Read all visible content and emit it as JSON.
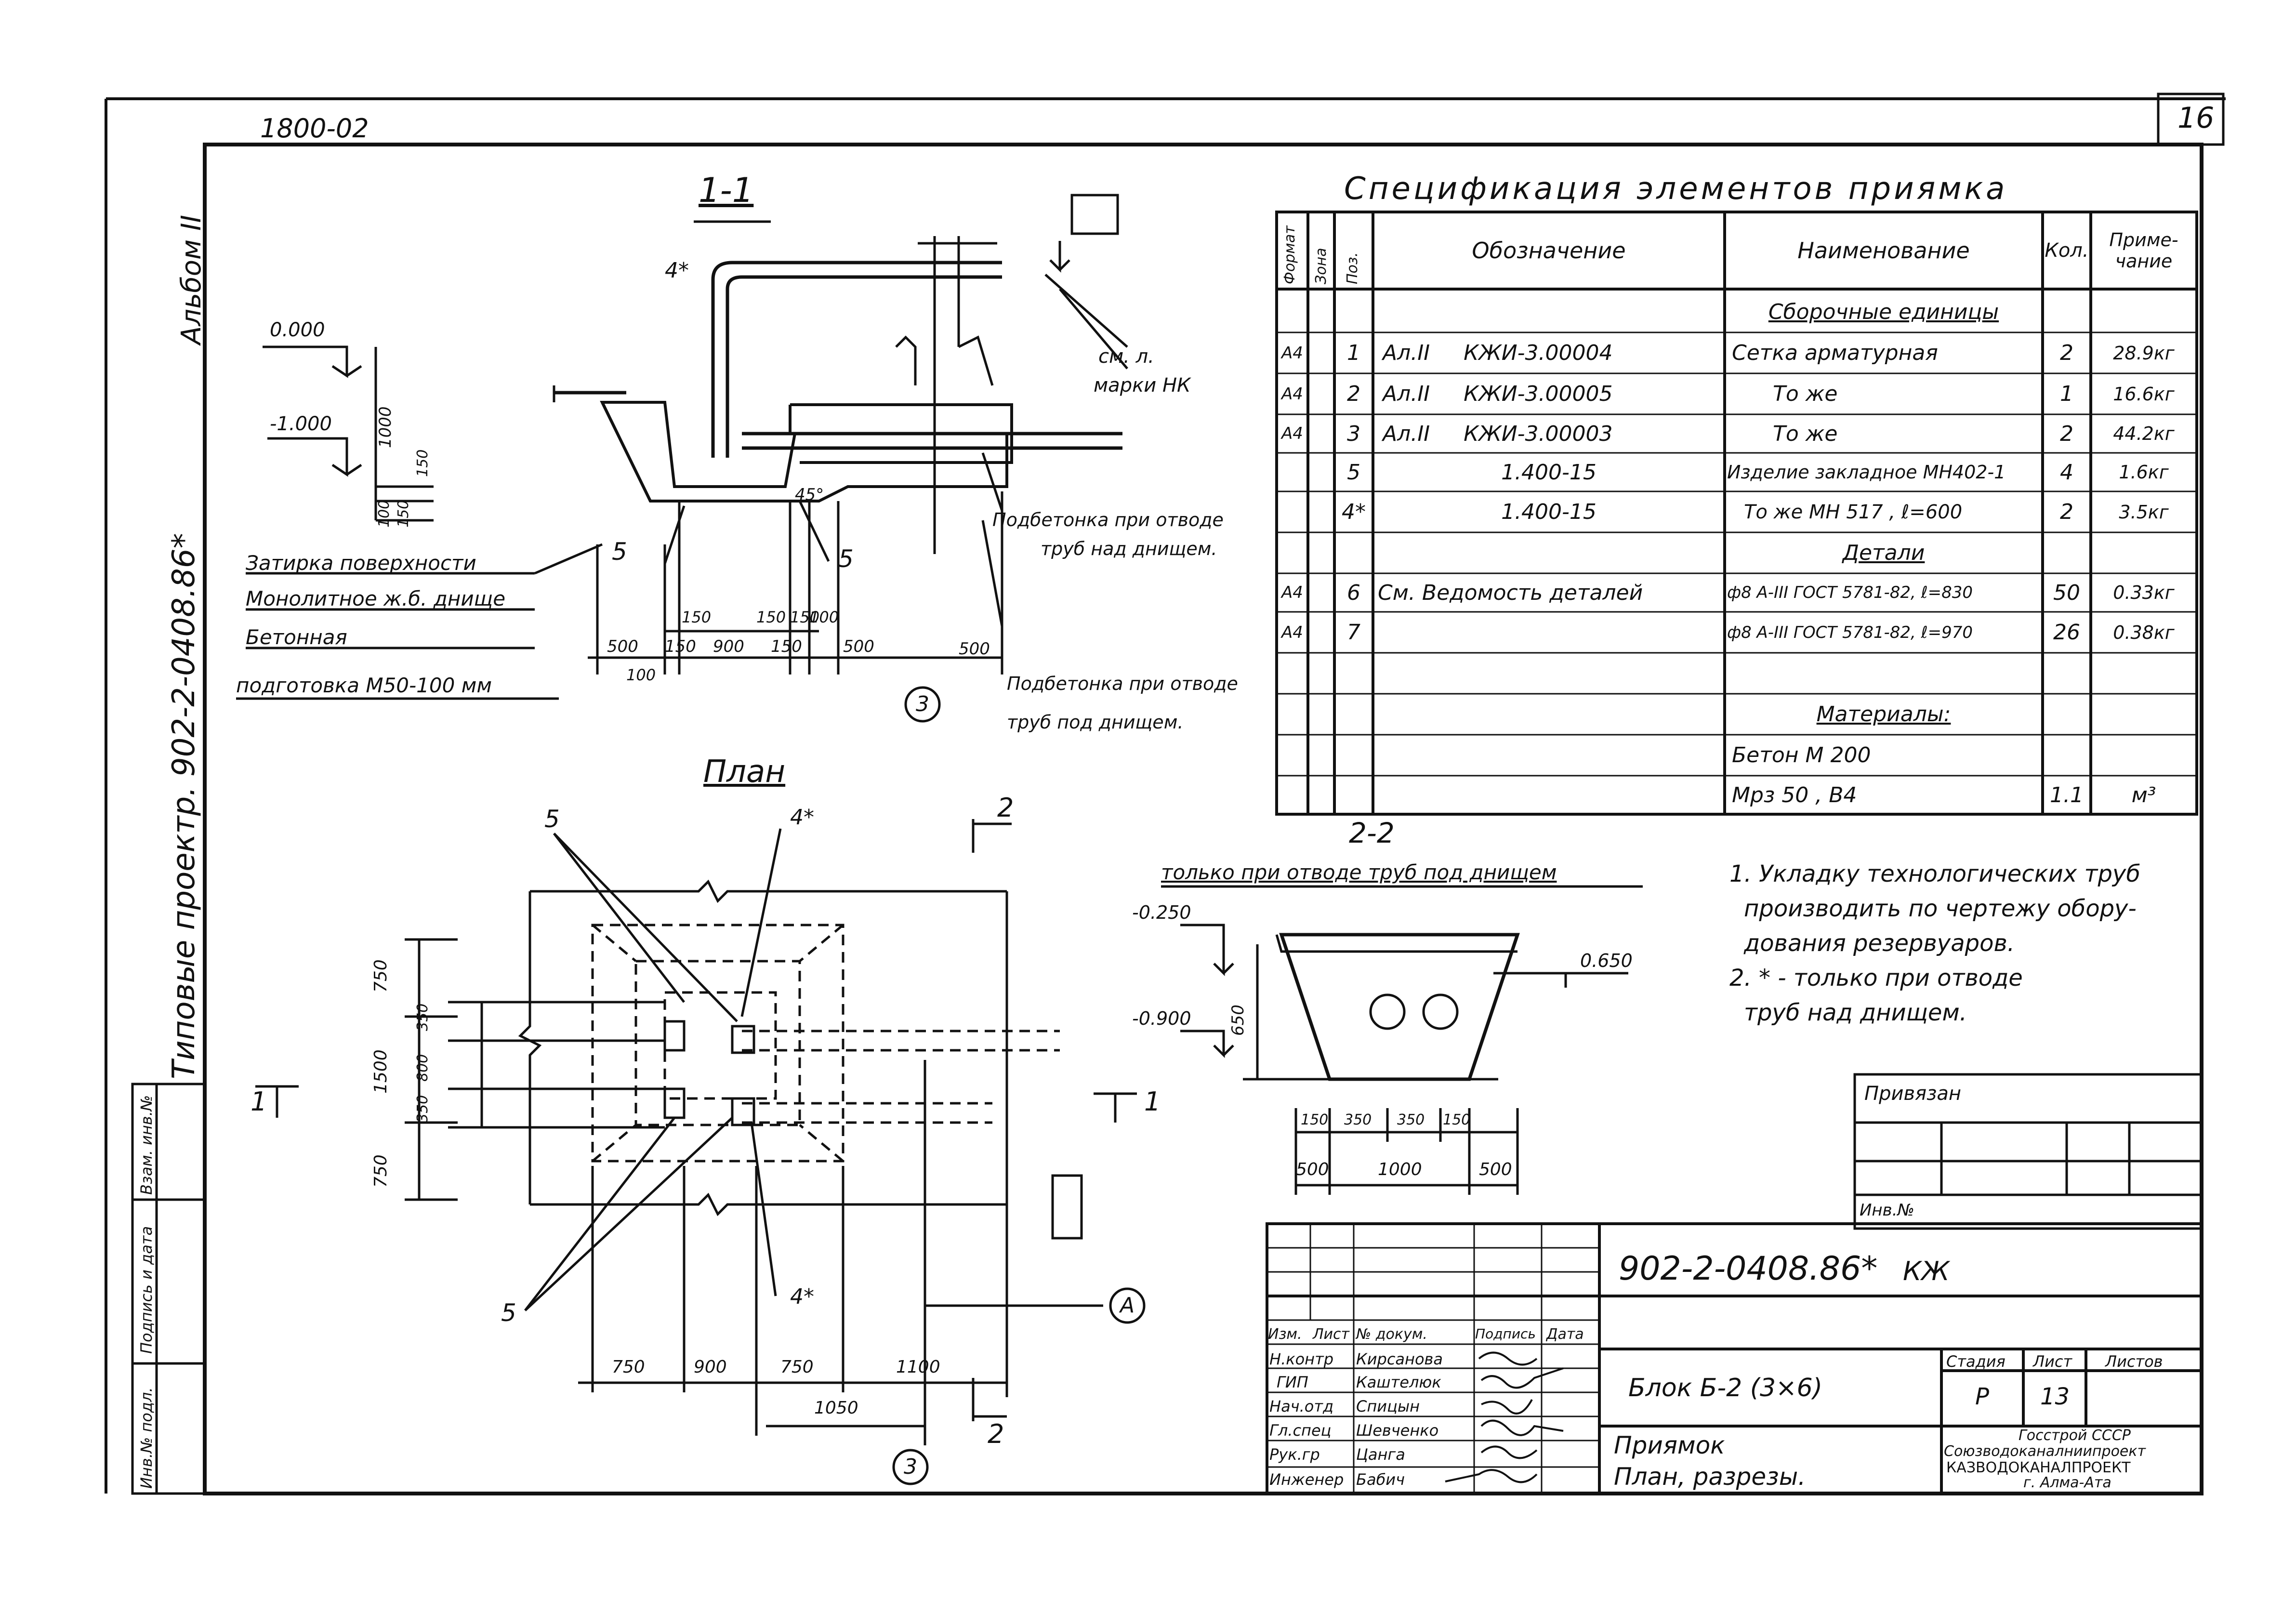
{
  "header": {
    "code": "1800-02",
    "sheet_no": "16",
    "side_album": "Альбом II",
    "side_project": "Типовые проектр. 902-2-0408.86*"
  },
  "left_stamp": [
    "Инв.№ подл.",
    "Подпись и дата",
    "Взам. инв.№"
  ],
  "section_1": {
    "title": "1-1",
    "elev_top": "0.000",
    "elev_bottom": "-1.000",
    "ann_4": "4*",
    "ann_5_left": "5",
    "ann_5_right": "5",
    "angle": "45°",
    "dim_1000": "1000",
    "dim_150a": "150",
    "dim_100": "100",
    "dim_150b": "150",
    "note_marks_1": "см. л.",
    "note_marks_2": "марки НК",
    "note_above_1": "Подбетонка при отводе",
    "note_above_2": "труб над днищем.",
    "note_below_1": "Подбетонка при отводе",
    "note_below_2": "труб под днищем.",
    "layer_1": "Затирка поверхности",
    "layer_2": "Монолитное ж.б. днище",
    "layer_3": "Бетонная",
    "layer_4": "подготовка М50-100 мм",
    "dims_small": [
      "150",
      "150",
      "150",
      "100"
    ],
    "dims_bottom": [
      "500",
      "150",
      "900",
      "150",
      "500",
      "500"
    ],
    "dim_100b": "100",
    "axis": "3"
  },
  "plan": {
    "title": "План",
    "ann_5_top": "5",
    "ann_4_top": "4*",
    "ann_5_bottom": "5",
    "ann_4_bottom": "4*",
    "cut_2_top": "2",
    "cut_2_bottom": "2",
    "cut_1_left": "1",
    "cut_1_right": "1",
    "dims_left": [
      "750",
      "1500",
      "750"
    ],
    "dims_inner": [
      "350",
      "800",
      "350"
    ],
    "dims_bottom": [
      "750",
      "900",
      "750",
      "1100"
    ],
    "dim_1050": "1050",
    "axis_3": "3",
    "axis_a": "А"
  },
  "section_2": {
    "title": "2-2",
    "subtitle": "только при отводе труб под днищем",
    "elev_1": "-0.250",
    "elev_2": "-0.900",
    "elev_3": "0.650",
    "dim_height": "650",
    "dims_small": [
      "150",
      "350",
      "350",
      "150"
    ],
    "dims_bottom": [
      "500",
      "1000",
      "500"
    ]
  },
  "spec": {
    "title": "Спецификация элементов приямка",
    "headers": [
      "Формат",
      "Зона",
      "Поз.",
      "Обозначение",
      "Наименование",
      "Кол.",
      "Приме-\nчание"
    ],
    "rows": [
      [
        "",
        "",
        "",
        "",
        "Сборочные единицы",
        "",
        ""
      ],
      [
        "А4",
        "",
        "1",
        "Ал.II     КЖИ-3.00004",
        "Сетка арматурная",
        "2",
        "28.9кг"
      ],
      [
        "А4",
        "",
        "2",
        "Ал.II     КЖИ-3.00005",
        "То же",
        "1",
        "16.6кг"
      ],
      [
        "А4",
        "",
        "3",
        "Ал.II     КЖИ-3.00003",
        "То же",
        "2",
        "44.2кг"
      ],
      [
        "",
        "",
        "5",
        "1.400-15",
        "Изделие закладное МН402-1",
        "4",
        "1.6кг"
      ],
      [
        "",
        "",
        "4*",
        "1.400-15",
        "То же МН 517 , ℓ=600",
        "2",
        "3.5кг"
      ],
      [
        "",
        "",
        "",
        "",
        "Детали",
        "",
        ""
      ],
      [
        "А4",
        "",
        "6",
        "См. Ведомость деталей",
        "ф8 А-III ГОСТ 5781-82, ℓ=830",
        "50",
        "0.33кг"
      ],
      [
        "А4",
        "",
        "7",
        "",
        "ф8 А-III ГОСТ 5781-82, ℓ=970",
        "26",
        "0.38кг"
      ],
      [
        "",
        "",
        "",
        "",
        "",
        "",
        ""
      ],
      [
        "",
        "",
        "",
        "",
        "Материалы:",
        "",
        ""
      ],
      [
        "",
        "",
        "",
        "",
        "Бетон М 200",
        "",
        ""
      ],
      [
        "",
        "",
        "",
        "",
        "Мрз 50 , В4",
        "1.1",
        "м³"
      ]
    ]
  },
  "notes": [
    "1. Укладку технологических труб",
    "производить по чертежу обору-",
    "дования резервуаров.",
    "2. * - только при отводе",
    "труб над днищем."
  ],
  "binding": {
    "label": "Привязан",
    "inv": "Инв.№"
  },
  "title_block": {
    "doc_code": "902-2-0408.86*",
    "mark": "КЖ",
    "head": [
      "Изм.",
      "Лист",
      "№ докум.",
      "Подпись",
      "Дата"
    ],
    "people": [
      [
        "Н.контр",
        "Кирсанова"
      ],
      [
        "ГИП",
        "Каштелюк"
      ],
      [
        "Нач.отд",
        "Спицын"
      ],
      [
        "Гл.спец",
        "Шевченко"
      ],
      [
        "Рук.гр",
        "Цанга"
      ],
      [
        "Инженер",
        "Бабич"
      ]
    ],
    "block_name": "Блок Б-2 (3×6)",
    "object_1": "Приямок",
    "object_2": "План, разрезы.",
    "stage_label": "Стадия",
    "sheet_label": "Лист",
    "sheets_label": "Листов",
    "stage": "Р",
    "sheet": "13",
    "sheets": "",
    "org_1": "Госстрой СССР",
    "org_2": "Союзводоканалниипроект",
    "org_3": "КАЗВОДОКАНАЛПРОЕКТ",
    "org_4": "г. Алма-Ата"
  }
}
